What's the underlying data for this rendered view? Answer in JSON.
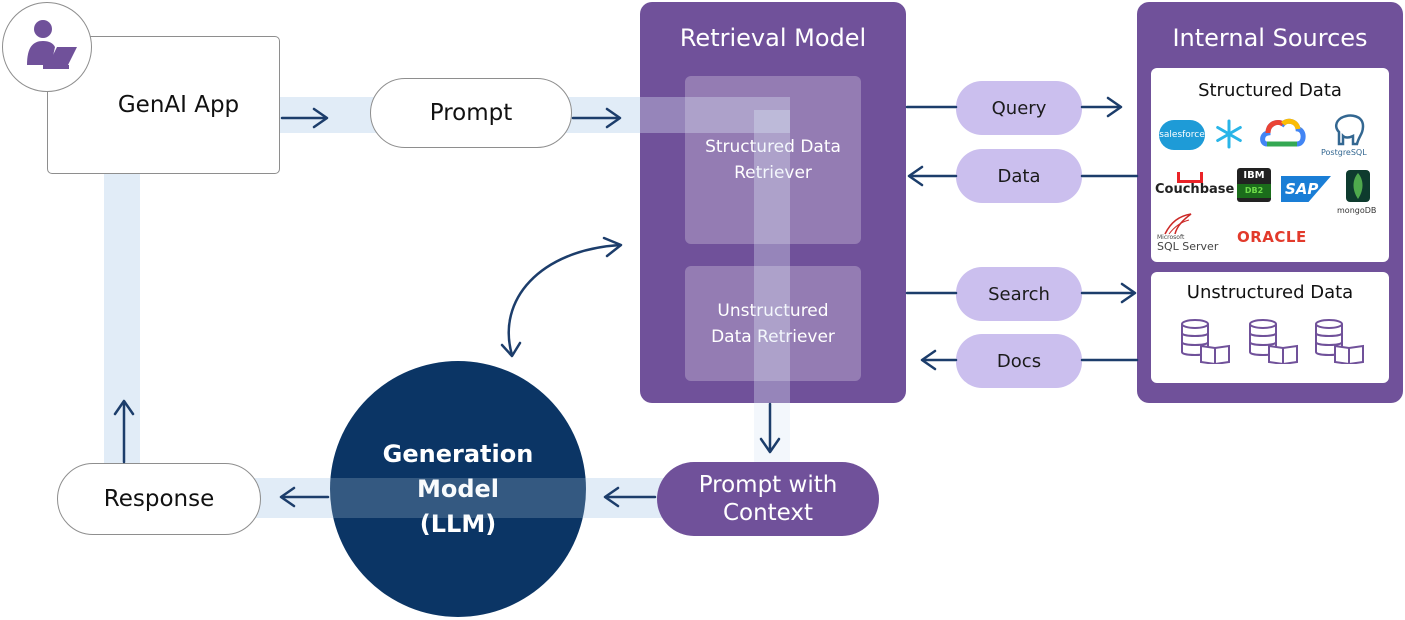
{
  "genai_app": {
    "label": "GenAI App"
  },
  "prompt": {
    "label": "Prompt"
  },
  "response": {
    "label": "Response"
  },
  "generation_model": {
    "line1": "Generation",
    "line2": "Model",
    "line3": "(LLM)"
  },
  "prompt_with_context": {
    "line1": "Prompt with",
    "line2": "Context"
  },
  "retrieval_model": {
    "title": "Retrieval Model",
    "structured_retriever": {
      "line1": "Structured Data",
      "line2": "Retriever"
    },
    "unstructured_retriever": {
      "line1": "Unstructured",
      "line2": "Data Retriever"
    }
  },
  "exchanges": {
    "query": "Query",
    "data": "Data",
    "search": "Search",
    "docs": "Docs"
  },
  "internal_sources": {
    "title": "Internal Sources",
    "structured": {
      "title": "Structured Data",
      "logos": {
        "salesforce": "salesforce",
        "couchbase": "Couchbase",
        "ibm": "IBM",
        "db2": "DB2",
        "sap": "SAP",
        "mongodb": "mongoDB",
        "postgresql": "PostgreSQL",
        "microsoft": "Microsoft",
        "sqlserver": "SQL Server",
        "oracle": "ORACLE"
      }
    },
    "unstructured": {
      "title": "Unstructured Data"
    }
  },
  "colors": {
    "purple": "#70519a",
    "lavender": "#cbbfee",
    "navy": "#0b3565",
    "flow_band": "#dce9f6",
    "arrow": "#1c3d6b"
  },
  "icons": [
    "user-laptop-icon",
    "snowflake-icon",
    "google-cloud-icon",
    "elephant-icon",
    "mongodb-leaf-icon",
    "database-book-icon"
  ]
}
